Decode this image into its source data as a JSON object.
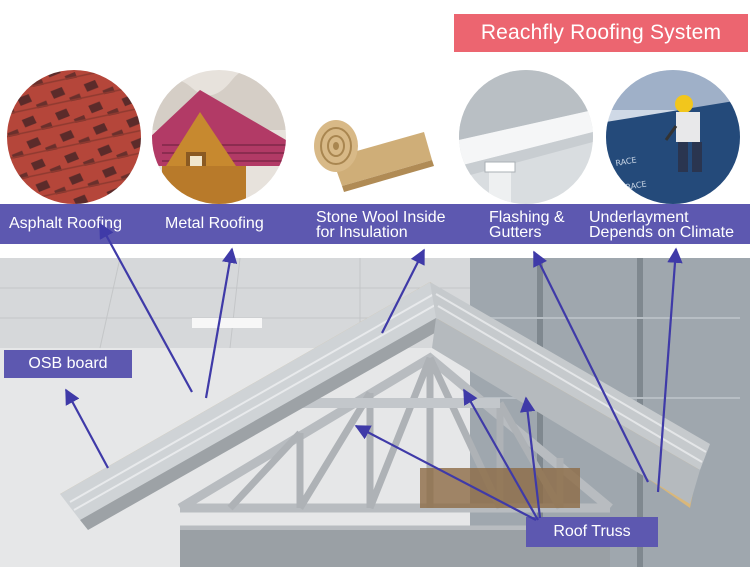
{
  "title": "Reachfly Roofing System",
  "materials": [
    {
      "label_lines": [
        "Asphalt Roofing"
      ],
      "icon": "asphalt-shingle-photo"
    },
    {
      "label_lines": [
        "Metal Roofing"
      ],
      "icon": "metal-roof-photo"
    },
    {
      "label_lines": [
        "Stone Wool Inside",
        "for Insulation"
      ],
      "icon": "stone-wool-roll-photo"
    },
    {
      "label_lines": [
        "Flashing &",
        "Gutters"
      ],
      "icon": "gutter-photo"
    },
    {
      "label_lines": [
        "Underlayment",
        "Depends on Climate"
      ],
      "icon": "underlayment-worker-photo"
    }
  ],
  "callouts": {
    "osb": "OSB board",
    "truss": "Roof Truss"
  },
  "colors": {
    "accent_band": "#5d58b0",
    "title_bg": "#ec6570",
    "arrow": "#3f3aa8"
  }
}
